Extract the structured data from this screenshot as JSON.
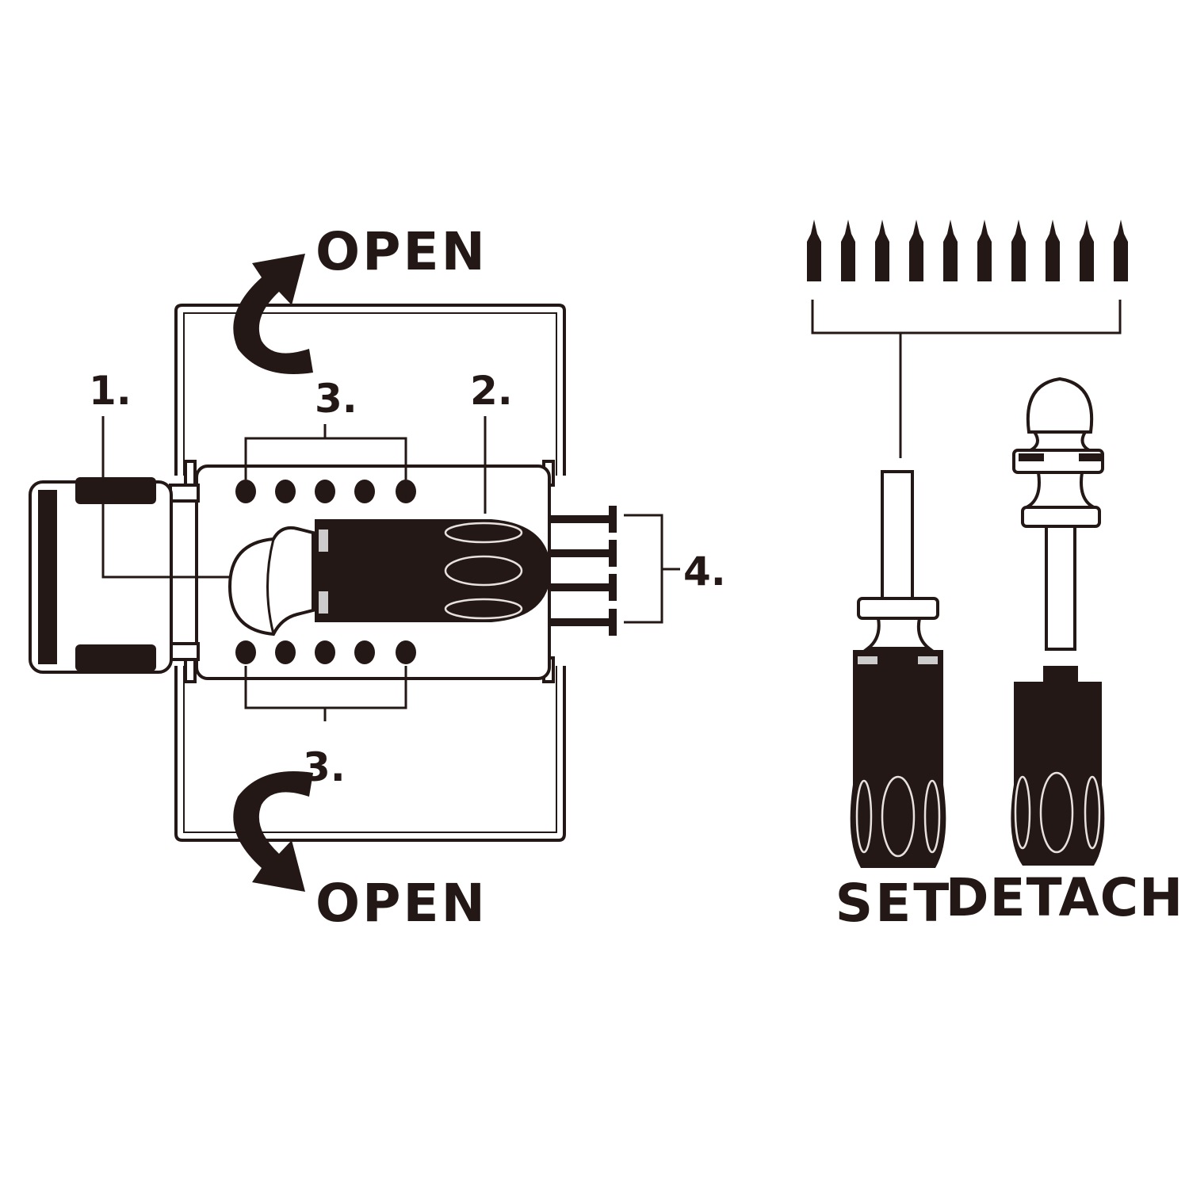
{
  "labels": {
    "open_top": "OPEN",
    "open_bottom": "OPEN",
    "callout_1": "1.",
    "callout_2": "2.",
    "callout_3_top": "3.",
    "callout_3_bottom": "3.",
    "callout_4": "4.",
    "set": "SET",
    "detach": "DETACH"
  },
  "colors": {
    "ink": "#231815",
    "background": "#ffffff"
  }
}
